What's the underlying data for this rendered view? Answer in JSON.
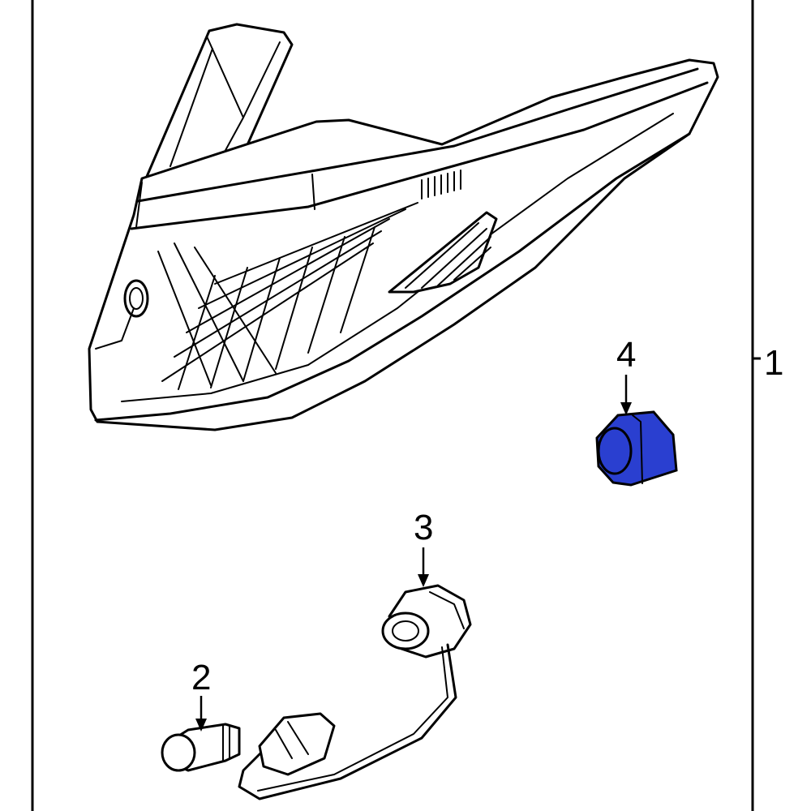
{
  "callouts": {
    "part1": "1",
    "part2": "2",
    "part3": "3",
    "part4": "4"
  },
  "colors": {
    "highlight": "#2a3fd0",
    "line": "#000000",
    "background": "#ffffff"
  }
}
